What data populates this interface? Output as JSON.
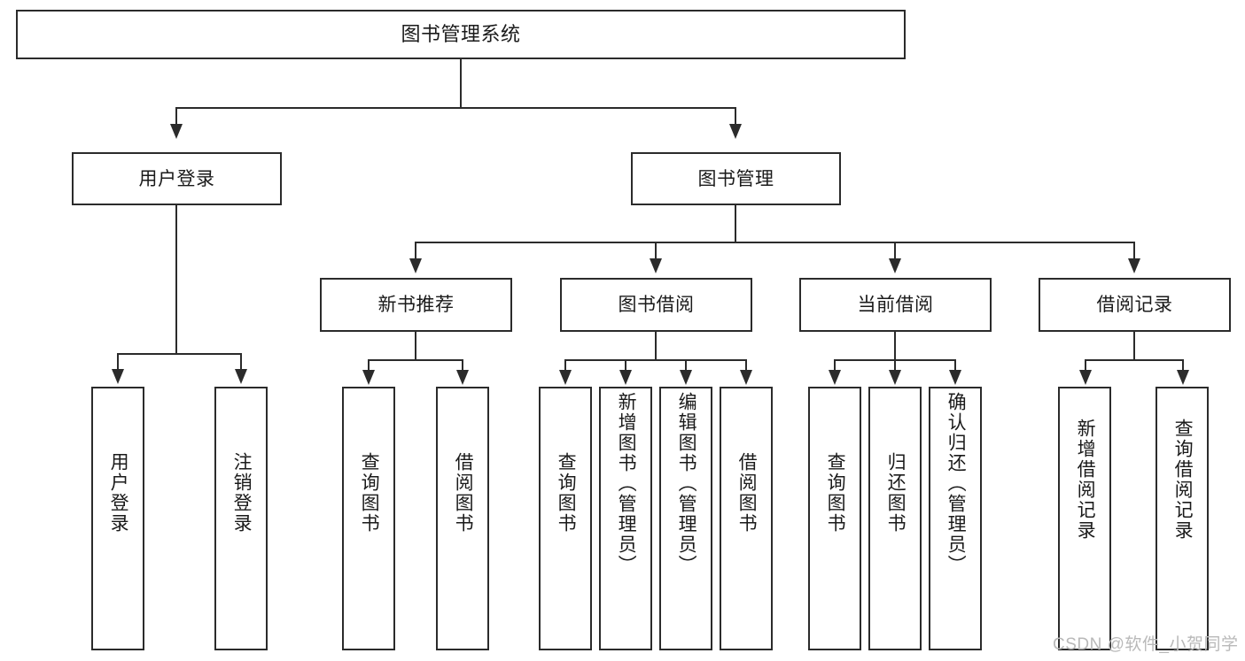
{
  "diagram": {
    "type": "tree-hierarchy-chart",
    "title": "图书管理系统",
    "watermark": "CSDN @软件_小贺同学",
    "colors": {
      "stroke": "#2b2b2b",
      "fill": "#ffffff",
      "text": "#1a1a1a",
      "watermark": "#b9b9b9"
    },
    "levels": [
      {
        "level": 1,
        "nodes": [
          {
            "id": "root",
            "label": "图书管理系统"
          }
        ]
      },
      {
        "level": 2,
        "nodes": [
          {
            "id": "user-login",
            "label": "用户登录"
          },
          {
            "id": "book-manage",
            "label": "图书管理"
          }
        ]
      },
      {
        "level": 3,
        "nodes": [
          {
            "id": "new-book-rec",
            "label": "新书推荐"
          },
          {
            "id": "book-borrow",
            "label": "图书借阅"
          },
          {
            "id": "current-borrow",
            "label": "当前借阅"
          },
          {
            "id": "borrow-record",
            "label": "借阅记录"
          }
        ]
      },
      {
        "level": 4,
        "nodes": [
          {
            "id": "leaf-user-login",
            "label": "用户登录"
          },
          {
            "id": "leaf-logout",
            "label": "注销登录"
          },
          {
            "id": "leaf-query-book-1",
            "label": "查询图书"
          },
          {
            "id": "leaf-borrow-book-1",
            "label": "借阅图书"
          },
          {
            "id": "leaf-query-book-2",
            "label": "查询图书"
          },
          {
            "id": "leaf-add-book",
            "label": "新增图书（管理员）"
          },
          {
            "id": "leaf-edit-book",
            "label": "编辑图书（管理员）"
          },
          {
            "id": "leaf-borrow-book-2",
            "label": "借阅图书"
          },
          {
            "id": "leaf-query-book-3",
            "label": "查询图书"
          },
          {
            "id": "leaf-return-book",
            "label": "归还图书"
          },
          {
            "id": "leaf-confirm-return",
            "label": "确认归还（管理员）"
          },
          {
            "id": "leaf-add-record",
            "label": "新增借阅记录"
          },
          {
            "id": "leaf-query-record",
            "label": "查询借阅记录"
          }
        ]
      }
    ]
  }
}
